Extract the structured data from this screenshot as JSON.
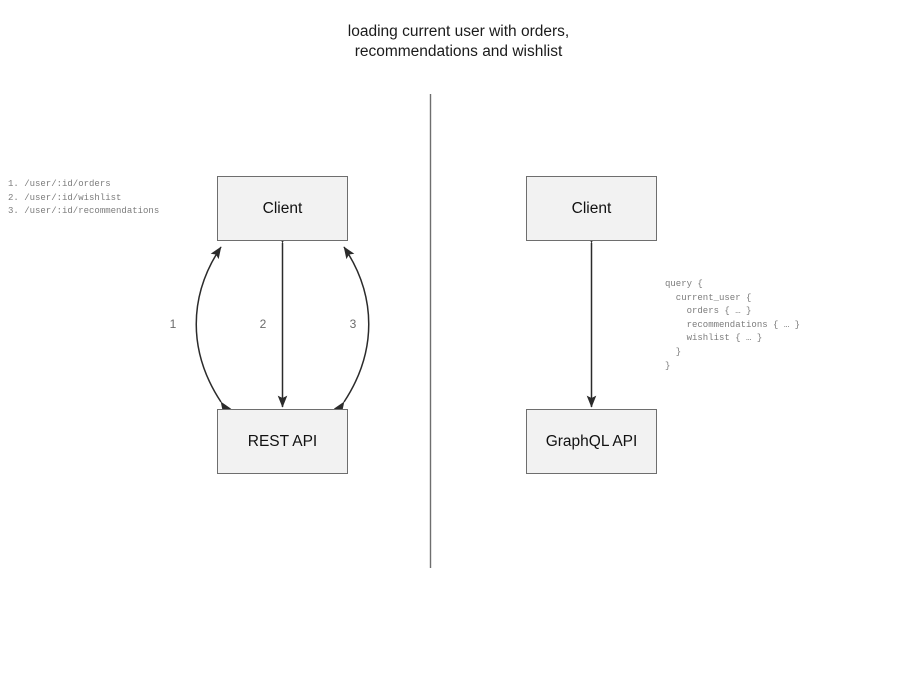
{
  "diagram": {
    "title": "loading current user with orders,\nrecommendations and wishlist",
    "left_panel": {
      "endpoints_label": "1. /user/:id/orders\n2. /user/:id/wishlist\n3. /user/:id/recommendations",
      "nodes": {
        "client": "Client",
        "api": "REST API"
      },
      "edge_labels": {
        "one": "1",
        "two": "2",
        "three": "3"
      }
    },
    "right_panel": {
      "query_label": "query {\n  current_user {\n    orders { … }\n    recommendations { … }\n    wishlist { … }\n  }\n}",
      "nodes": {
        "client": "Client",
        "api": "GraphQL API"
      }
    },
    "colors": {
      "box_fill": "#f2f2f2",
      "box_stroke": "#6e6e6e",
      "connector": "#2b2b2b",
      "divider": "#6e6e6e",
      "code_text": "#7c7c7c",
      "label_text": "#6b6b6b",
      "title_text": "#1b1b1b"
    }
  }
}
